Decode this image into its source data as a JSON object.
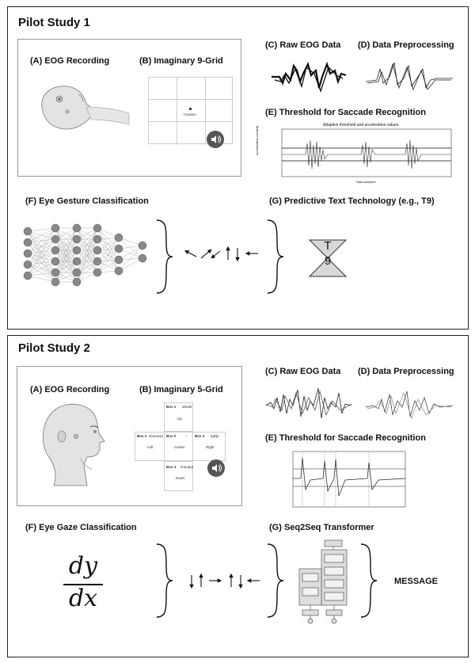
{
  "study1": {
    "title": "Pilot Study 1",
    "a": "(A) EOG Recording",
    "b": "(B) Imaginary 9-Grid",
    "grid_center": "Fixation",
    "c": "(C) Raw EOG Data",
    "d": "(D) Data Preprocessing",
    "e": "(E) Threshold for Saccade Recognition",
    "plot_title": "Adaptive threshold and acceleration values",
    "plot_ylabel": "Acceleration (scaled)",
    "plot_xlabel": "Data samples",
    "f": "(F) Eye Gesture Classification",
    "g": "(G) Predictive Text Technology (e.g., T9)",
    "t9_top": "T",
    "t9_bottom": "9"
  },
  "study2": {
    "title": "Pilot Study 2",
    "a": "(A) EOG Recording",
    "b": "(B) Imaginary 5-Grid",
    "box1_title": "Box 1",
    "box1_letters": "abcde",
    "box1_dir": "Up",
    "box2_title": "Box 2",
    "box2_letters": "stuvwxyz",
    "box2_dir": "Left",
    "box0_title": "Box 0",
    "box0_letters": "_",
    "box0_dir": "Center",
    "box3_title": "Box 3",
    "box3_letters": "fghijk",
    "box3_dir": "Right",
    "box4_title": "Box 4",
    "box4_letters": "lmnopqr",
    "box4_dir": "Down",
    "c": "(C) Raw EOG Data",
    "d": "(D) Data Preprocessing",
    "e": "(E) Threshold for Saccade Recognition",
    "f": "(F) Eye Gaze Classification",
    "deriv_num": "dy",
    "deriv_den": "dx",
    "g": "(G) Seq2Seq Transformer",
    "message": "MESSAGE"
  }
}
